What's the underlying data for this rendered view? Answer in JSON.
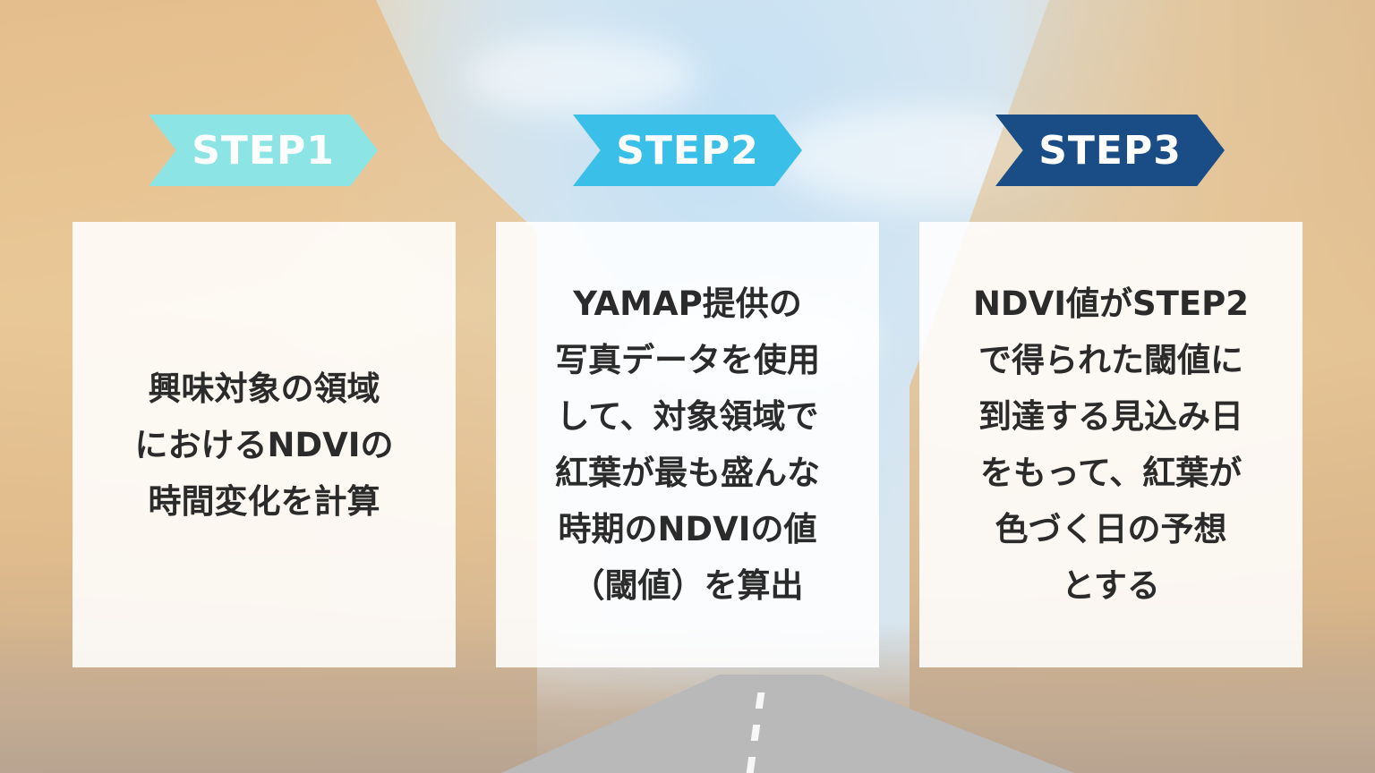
{
  "steps": [
    {
      "label": "STEP1",
      "color": "#8de4e4",
      "lines": [
        "興味対象の領域",
        "におけるNDVIの",
        "時間変化を計算"
      ]
    },
    {
      "label": "STEP2",
      "color": "#39bfe8",
      "lines": [
        "YAMAP提供の",
        "写真データを使用",
        "して、対象領域で",
        "紅葉が最も盛んな",
        "時期のNDVIの値",
        "（閾値）を算出"
      ]
    },
    {
      "label": "STEP3",
      "color": "#1a4d86",
      "lines": [
        "NDVI値がSTEP2",
        "で得られた閾値に",
        "到達する見込み日",
        "をもって、紅葉が",
        "色づく日の予想",
        "とする"
      ]
    }
  ]
}
